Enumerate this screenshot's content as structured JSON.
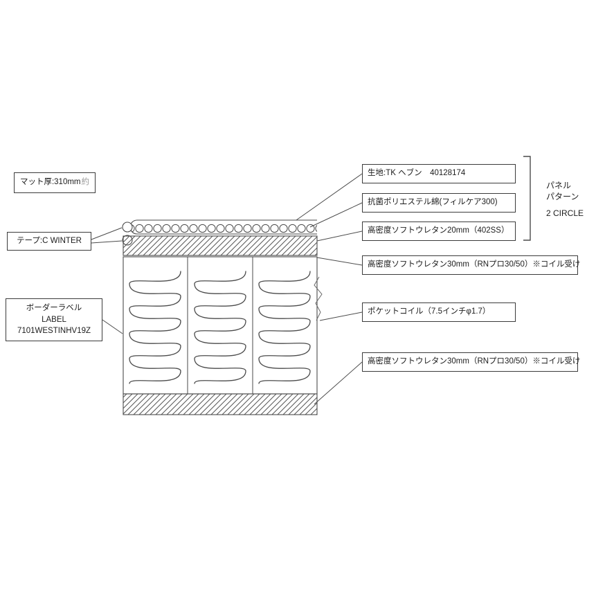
{
  "colors": {
    "line": "#3a3a3a",
    "text": "#1c1c1c",
    "faded": "#9a9a9a"
  },
  "labels": {
    "mat_thickness": "マット厚:310mm",
    "mat_thickness_suffix": "約",
    "tape": "テープ:C WINTER",
    "border_label_line1": "ボーダーラベル",
    "border_label_line2": "LABEL",
    "border_label_line3": "7101WESTINHV19Z",
    "fabric": "生地:TK ヘブン　40128174",
    "antibacterial": "抗菌ポリエステル綿(フィルケア300)",
    "urethane_20mm": "高密度ソフトウレタン20mm（402SS）",
    "urethane_30mm_top": "高密度ソフトウレタン30mm（RNプロ30/50）※コイル受け",
    "pocket_coil": "ポケットコイル（7.5インチφ1.7）",
    "urethane_30mm_bottom": "高密度ソフトウレタン30mm（RNプロ30/50）※コイル受け",
    "panel_pattern_line1": "パネル",
    "panel_pattern_line2": "パターン",
    "panel_pattern_line3": "2 CIRCLE"
  }
}
